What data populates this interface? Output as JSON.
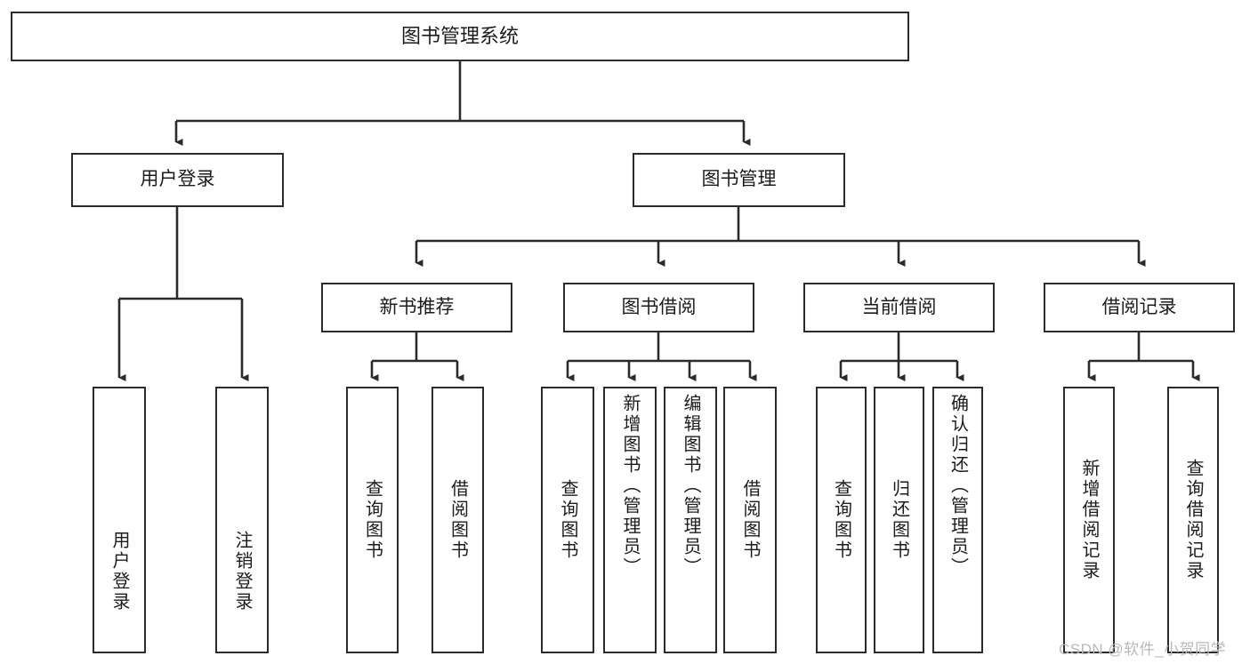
{
  "diagram": {
    "type": "tree-hierarchy",
    "title": "图书管理系统",
    "background_color": "#ffffff",
    "line_color": "#2b2b2b",
    "text_color": "#1c1c1c",
    "nodes": {
      "root": {
        "label": "图书管理系统"
      },
      "level2": [
        {
          "key": "user_login",
          "label": "用户登录"
        },
        {
          "key": "book_manage",
          "label": "图书管理"
        }
      ],
      "level3": [
        {
          "key": "new_book_rec",
          "label": "新书推荐"
        },
        {
          "key": "book_borrow",
          "label": "图书借阅"
        },
        {
          "key": "current_borrow",
          "label": "当前借阅"
        },
        {
          "key": "borrow_record",
          "label": "借阅记录"
        }
      ],
      "leaves": [
        {
          "key": "leaf_user_login",
          "parent": "user_login",
          "label": "用户登录"
        },
        {
          "key": "leaf_user_logout",
          "parent": "user_login",
          "label": "注销登录"
        },
        {
          "key": "leaf_rec_query",
          "parent": "new_book_rec",
          "label": "查询图书"
        },
        {
          "key": "leaf_rec_borrow",
          "parent": "new_book_rec",
          "label": "借阅图书"
        },
        {
          "key": "leaf_bb_query",
          "parent": "book_borrow",
          "label": "查询图书"
        },
        {
          "key": "leaf_bb_add",
          "parent": "book_borrow",
          "label": "新增图书（管理员）"
        },
        {
          "key": "leaf_bb_edit",
          "parent": "book_borrow",
          "label": "编辑图书（管理员）"
        },
        {
          "key": "leaf_bb_borrow",
          "parent": "book_borrow",
          "label": "借阅图书"
        },
        {
          "key": "leaf_cb_query",
          "parent": "current_borrow",
          "label": "查询图书"
        },
        {
          "key": "leaf_cb_return",
          "parent": "current_borrow",
          "label": "归还图书"
        },
        {
          "key": "leaf_cb_confirm",
          "parent": "current_borrow",
          "label": "确认归还（管理员）"
        },
        {
          "key": "leaf_br_add",
          "parent": "borrow_record",
          "label": "新增借阅记录"
        },
        {
          "key": "leaf_br_query",
          "parent": "borrow_record",
          "label": "查询借阅记录"
        }
      ]
    }
  },
  "watermark": {
    "text": "CSDN @软件_小贺同学"
  }
}
